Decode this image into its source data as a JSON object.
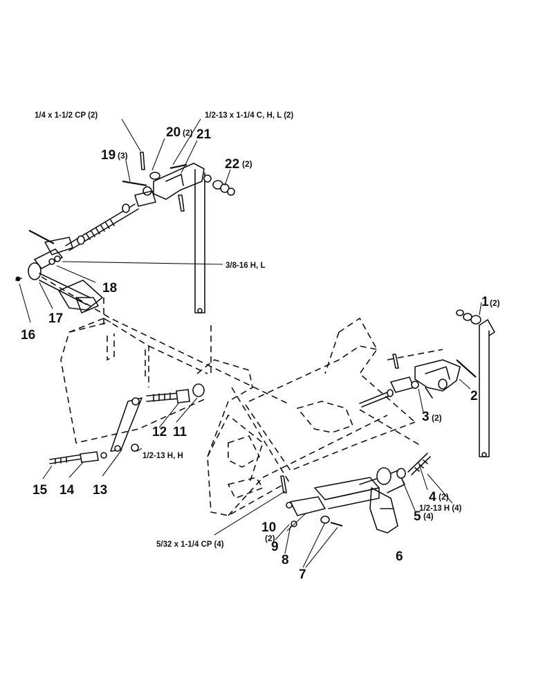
{
  "callouts": {
    "c1": "1",
    "c1q": "(2)",
    "c2": "2",
    "c3": "3",
    "c3q": "(2)",
    "c4": "4",
    "c4q": "(2)",
    "c5": "5",
    "c5q": "(4)",
    "c6": "6",
    "c7": "7",
    "c8": "8",
    "c9": "9",
    "c10": "10",
    "c10q": "(2)",
    "c11": "11",
    "c12": "12",
    "c13": "13",
    "c14": "14",
    "c15": "15",
    "c16": "16",
    "c17": "17",
    "c18": "18",
    "c19": "19",
    "c19q": "(3)",
    "c20": "20",
    "c20q": "(2)",
    "c21": "21",
    "c22": "22",
    "c22q": "(2)"
  },
  "hardware_notes": {
    "cotter_top": "1/4  x 1-1/2 CP (2)",
    "bolt_top": "1/2-13 x 1-1/4 C, H, L (2)",
    "nut_18": "3/8-16 H, L",
    "nut_13": "1/2-13 H, H",
    "nut_4": "1/2-13 H (4)",
    "cotter_bottom": "5/32 x 1-1/4 CP (4)"
  }
}
